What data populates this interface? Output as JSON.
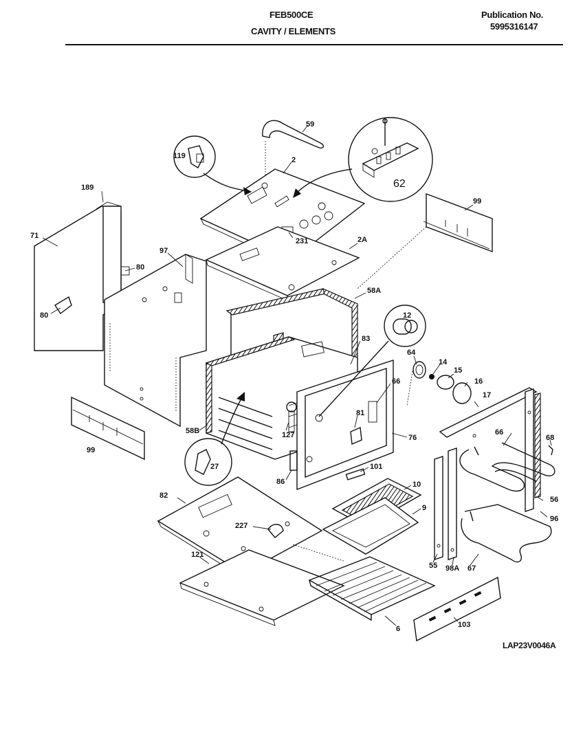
{
  "header": {
    "model": "FEB500CE",
    "section": "CAVITY / ELEMENTS",
    "publication_label": "Publication No.",
    "publication_number": "5995316147"
  },
  "footer": {
    "drawing_code": "LAP23V0046A"
  },
  "parts": {
    "p59": "59",
    "p2": "2",
    "p62": "62",
    "p119": "119",
    "p231": "231",
    "p2A": "2A",
    "p99a": "99",
    "p189": "189",
    "p71": "71",
    "p97": "97",
    "p80a": "80",
    "p80b": "80",
    "p58A": "58A",
    "p12": "12",
    "p83": "83",
    "p64": "64",
    "p14": "14",
    "p15": "15",
    "p16": "16",
    "p17": "17",
    "p66": "66",
    "p76": "76",
    "p81": "81",
    "p127": "127",
    "p58B": "58B",
    "p99b": "99",
    "p27": "27",
    "p86": "86",
    "p101": "101",
    "p10": "10",
    "p9": "9",
    "p82": "82",
    "p227": "227",
    "p121": "121",
    "p6": "6",
    "p55": "55",
    "p98A": "98A",
    "p67": "67",
    "p103": "103",
    "p68": "68",
    "p56": "56",
    "p96": "96"
  }
}
